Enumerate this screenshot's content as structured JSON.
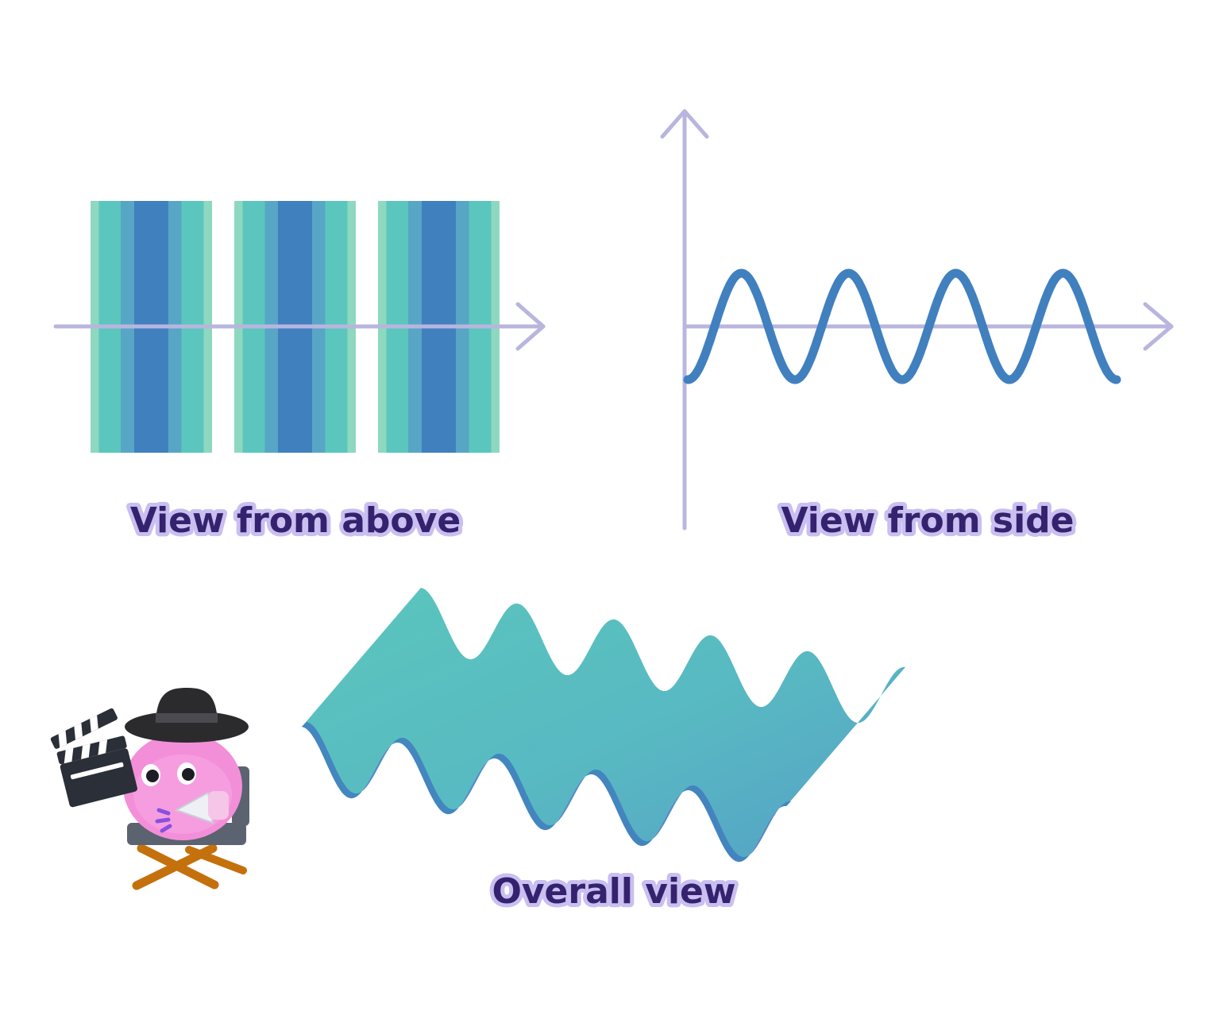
{
  "captions": {
    "above": "View from above",
    "side": "View from side",
    "overall": "Overall view"
  },
  "colors": {
    "axis": "#b8b5df",
    "wave": "#4180bf",
    "stripe_light": "#8ed8c0",
    "stripe_teal": "#5bc6bd",
    "stripe_mid": "#57a6c5",
    "stripe_dark": "#4180bf",
    "surface_top": "#5bc6bd",
    "surface_side": "#55a8c6",
    "mascot_body": "#f38fd9",
    "hat": "#2b2b2e"
  },
  "diagram": {
    "stripe_blocks": 3,
    "wave_cycles": 4,
    "surface_ridges": 5
  },
  "icons": [
    "director-mascot-icon",
    "clapperboard-icon",
    "megaphone-icon",
    "director-chair-icon",
    "bowler-hat-icon"
  ]
}
